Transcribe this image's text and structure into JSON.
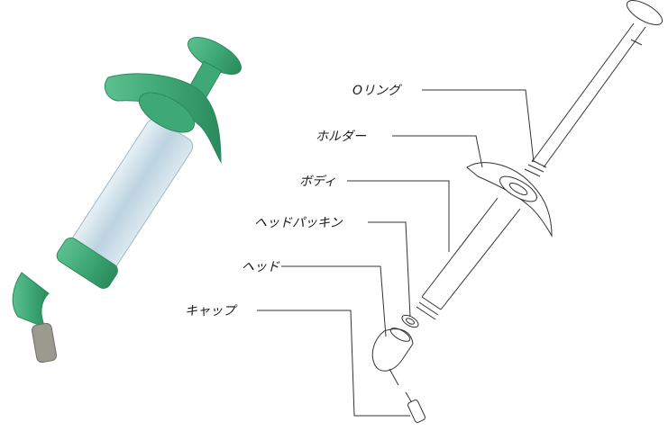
{
  "labels": {
    "o_ring": "Oリング",
    "holder": "ホルダー",
    "body": "ボディ",
    "head_packing": "ヘッドパッキン",
    "head": "ヘッド",
    "cap": "キャップ"
  },
  "colors": {
    "syringe_green": "#3fa877",
    "syringe_green_dark": "#2b8a5c",
    "barrel": "#c9dde8",
    "tip_metal": "#9a9a8e",
    "leader": "#333333"
  }
}
